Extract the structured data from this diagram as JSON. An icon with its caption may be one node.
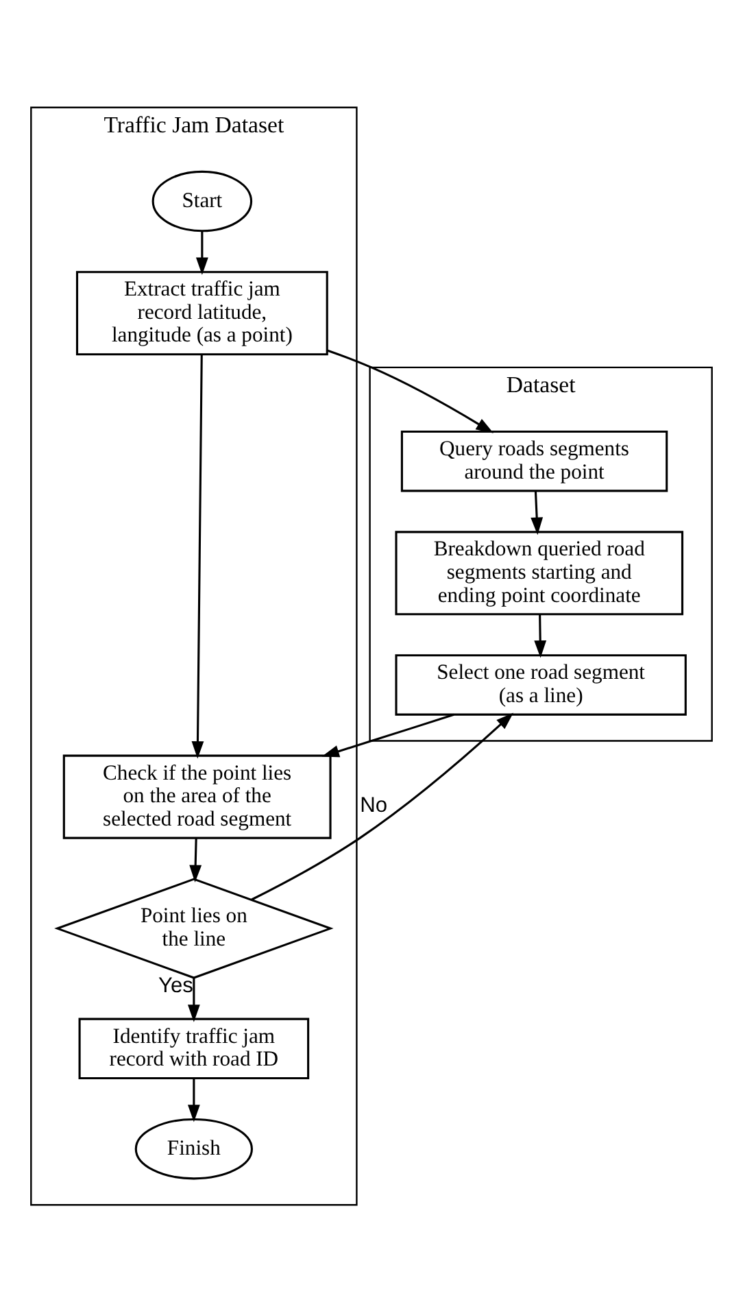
{
  "diagram": {
    "nodes": [
      {
        "text": [
          "Traffic Jam Dataset"
        ]
      },
      {
        "text": [
          "Dataset"
        ]
      },
      {
        "text": [
          "Start"
        ],
        "in": 0
      },
      {
        "text": [
          "Extract traffic jam record latitude, langitude (as a point)"
        ],
        "in": 0
      },
      {
        "text": [
          "Query roads segments around the point"
        ],
        "in": 1
      },
      {
        "text": [
          "Breakdown queried road segments starting and ending point coordinate"
        ],
        "in": 1
      },
      {
        "text": [
          "Select one road segment (as a line)"
        ],
        "in": 1
      },
      {
        "text": [
          "Check if the point lies on the area of the selected road segment"
        ],
        "in": 0
      },
      {
        "text": [
          "Point lies on the line"
        ],
        "in": 0
      },
      {
        "text": [
          "Identify traffic jam record with road ID"
        ],
        "in": 0
      },
      {
        "text": [
          "Finish"
        ],
        "in": 0
      }
    ],
    "edges": [
      {
        "from": 2,
        "to": 3,
        "arrow": "to"
      },
      {
        "from": 3,
        "to": 4,
        "arrow": "to"
      },
      {
        "from": 4,
        "to": 5,
        "arrow": "to"
      },
      {
        "from": 5,
        "to": 6,
        "arrow": "to"
      },
      {
        "from": 3,
        "to": 7,
        "arrow": "to"
      },
      {
        "from": 6,
        "to": 7,
        "arrow": "to"
      },
      {
        "from": 7,
        "to": 8,
        "arrow": "to"
      },
      {
        "from": 8,
        "to": 6,
        "arrow": "to",
        "label": "No"
      },
      {
        "from": 8,
        "to": 9,
        "arrow": "to",
        "label": "Yes"
      },
      {
        "from": 9,
        "to": 10,
        "arrow": "to"
      }
    ]
  }
}
